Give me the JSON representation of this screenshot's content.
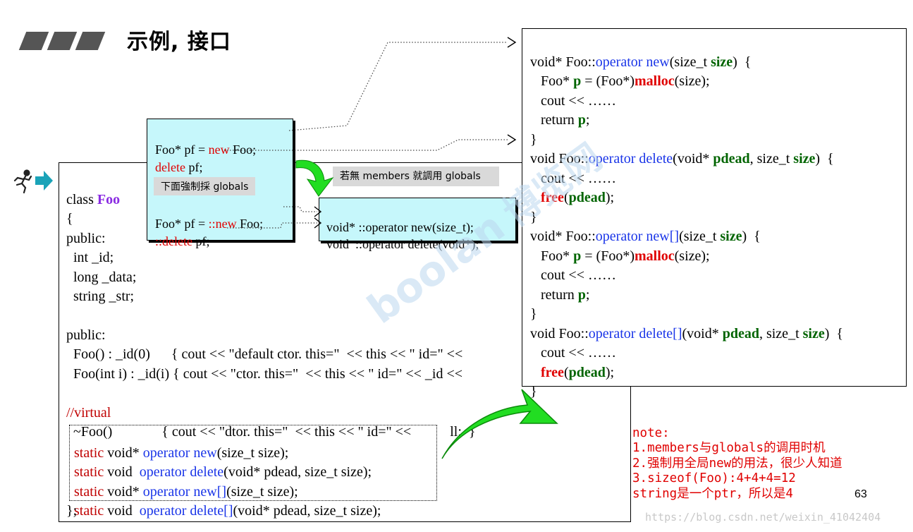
{
  "slide": {
    "title": "示例, 接口",
    "page_number": "63",
    "url": "https://blog.csdn.net/weixin_41042404"
  },
  "watermark": {
    "brand": "boolan",
    "cn": "博览网"
  },
  "labels": {
    "force_globals": "下面強制採 globals",
    "no_members": "若無 members 就調用 globals"
  },
  "usage": {
    "l1_a": "Foo* pf = ",
    "l1_b": "new",
    "l1_c": " Foo;",
    "l2_a": "delete",
    "l2_b": " pf;",
    "l3_a": "Foo* pf = ",
    "l3_b": "::new",
    "l3_c": " Foo;",
    "l4_a": "::delete",
    "l4_b": " pf;"
  },
  "globals": {
    "l1": "void* ::operator new(size_t);",
    "l2": "void  ::operator delete(void*);"
  },
  "class_code": {
    "l1_a": "class ",
    "l1_b": "Foo",
    "l2": "{",
    "l3": "public:",
    "l4": "  int _id;",
    "l5": "  long _data;",
    "l6": "  string _str;",
    "l7": "public:",
    "l8": "  Foo() : _id(0)      { cout << \"default ctor. this=\"  << this << \" id=\" <<",
    "l9": "  Foo(int i) : _id(i) { cout << \"ctor. this=\"  << this << \" id=\" << _id <<",
    "l10": "//virtual",
    "l11_a": "  ~Foo()              { cout << \"dtor. this=\"  << this << \" id=\" << ",
    "l11_b": "ll;  }",
    "d1_a": "static",
    "d1_b": " void* ",
    "d1_c": "operator new",
    "d1_d": "(size_t size);",
    "d2_a": "static",
    "d2_b": " void  ",
    "d2_c": "operator delete",
    "d2_d": "(void* pdead, size_t size);",
    "d3_a": "static",
    "d3_b": " void* ",
    "d3_c": "operator new[]",
    "d3_d": "(size_t size);",
    "d4_a": "static",
    "d4_b": " void  ",
    "d4_c": "operator delete[]",
    "d4_d": "(void* pdead, size_t size);",
    "end": "};"
  },
  "impl_code": {
    "a1_a": "void* Foo::",
    "a1_b": "operator new",
    "a1_c": "(size_t ",
    "a1_d": "size",
    "a1_e": ")  {",
    "a2_a": "   Foo* ",
    "a2_b": "p",
    "a2_c": " = (Foo*)",
    "a2_d": "malloc",
    "a2_e": "(size);",
    "a3": "   cout << ……",
    "a4_a": "   return ",
    "a4_b": "p",
    "a4_c": ";",
    "a5": "}",
    "b1_a": "void Foo::",
    "b1_b": "operator delete",
    "b1_c": "(void* ",
    "b1_d": "pdead",
    "b1_e": ", size_t ",
    "b1_f": "size",
    "b1_g": ")  {",
    "b2": "   cout << ……",
    "b3_a": "   ",
    "b3_b": "free",
    "b3_c": "(",
    "b3_d": "pdead",
    "b3_e": ");",
    "b4": "}",
    "c1_a": "void* Foo::",
    "c1_b": "operator new[]",
    "c1_c": "(size_t ",
    "c1_d": "size",
    "c1_e": ")  {",
    "c2_a": "   Foo* ",
    "c2_b": "p",
    "c2_c": " = (Foo*)",
    "c2_d": "malloc",
    "c2_e": "(size);",
    "c3": "   cout << ……",
    "c4_a": "   return ",
    "c4_b": "p",
    "c4_c": ";",
    "c5": "}",
    "e1_a": "void Foo::",
    "e1_b": "operator delete[]",
    "e1_c": "(void* ",
    "e1_d": "pdead",
    "e1_e": ", size_t ",
    "e1_f": "size",
    "e1_g": ")  {",
    "e2": "   cout << ……",
    "e3_a": "   ",
    "e3_b": "free",
    "e3_c": "(",
    "e3_d": "pdead",
    "e3_e": ");",
    "e4": "}"
  },
  "note": {
    "l1": "note:",
    "l2": "1.members与globals的调用时机",
    "l3": "2.强制用全局new的用法，很少人知道",
    "l4": "3.sizeof(Foo):4+4+4=12",
    "l5": "string是一个ptr，所以是4"
  },
  "colors": {
    "keyword_blue": "#1a35e8",
    "red": "#e00000",
    "green": "#006400",
    "cyan_box": "#c6f7fb",
    "arrow_green": "#22dd22"
  },
  "icons": [
    "runner-icon",
    "right-arrow-icon",
    "curved-arrow-icon"
  ]
}
